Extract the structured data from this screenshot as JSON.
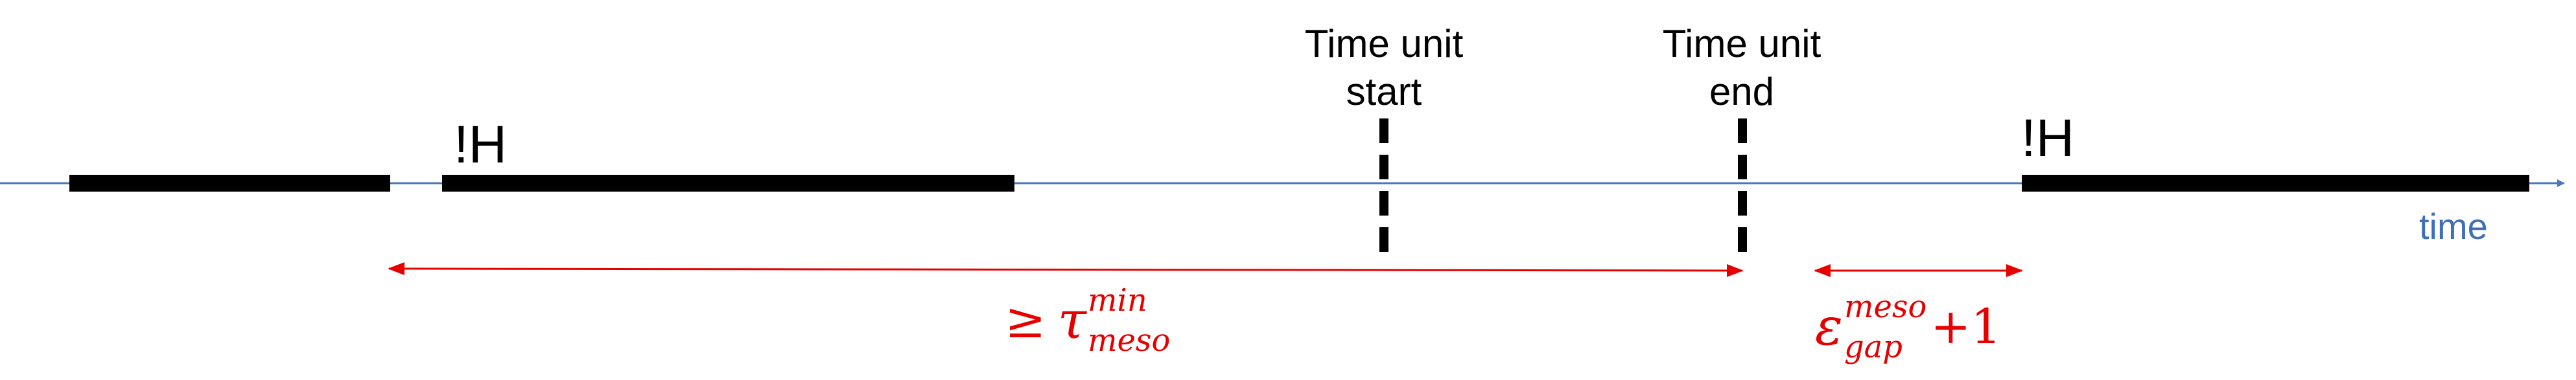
{
  "labels": {
    "time_unit_start_line1": "Time unit",
    "time_unit_start_line2": "start",
    "time_unit_end_line1": "Time unit",
    "time_unit_end_line2": "end",
    "not_h_left": "!H",
    "not_h_right": "!H",
    "time_axis": "time"
  },
  "annotations": {
    "tau": {
      "prefix": "≥",
      "symbol": "τ",
      "superscript": "min",
      "subscript": "meso"
    },
    "epsilon": {
      "symbol": "ε",
      "superscript": "meso",
      "subscript": "gap",
      "suffix": "+1"
    }
  },
  "colors": {
    "axis": "#4a78c0",
    "segment": "#000000",
    "annotation": "#e60000",
    "time_label": "#3f6fb5"
  }
}
